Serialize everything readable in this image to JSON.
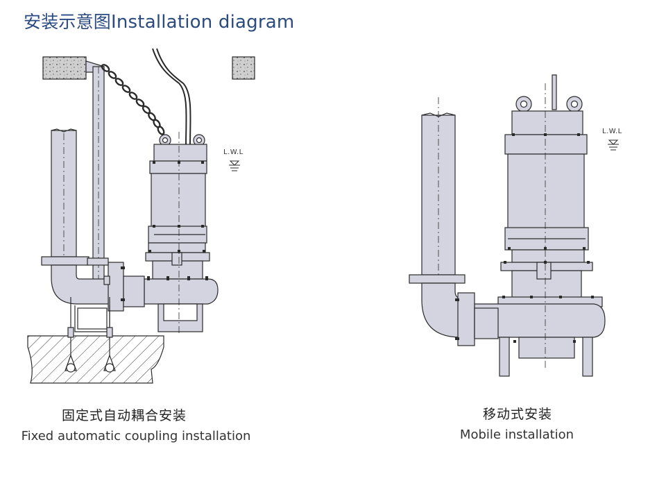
{
  "header": {
    "title_zh": "安装示意图",
    "title_en": "Installation diagram"
  },
  "left_view": {
    "caption_zh": "固定式自动耦合安装",
    "caption_en": "Fixed automatic coupling installation",
    "level_label": "L.W.L"
  },
  "right_view": {
    "caption_zh": "移动式安装",
    "caption_en": "Mobile installation",
    "level_label": "L.W.L"
  },
  "colors": {
    "pump_fill": "#d4d4e0",
    "line": "#2a2a2a",
    "title": "#2a4a80"
  }
}
